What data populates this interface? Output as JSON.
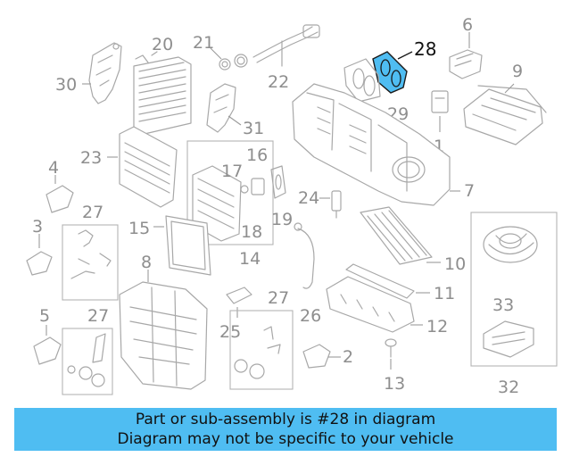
{
  "diagram": {
    "highlight_label": "28",
    "labels": {
      "p1": "1",
      "p2": "2",
      "p3": "3",
      "p4": "4",
      "p5": "5",
      "p6": "6",
      "p7": "7",
      "p8": "8",
      "p9": "9",
      "p10": "10",
      "p11": "11",
      "p12": "12",
      "p13": "13",
      "p14": "14",
      "p15": "15",
      "p16": "16",
      "p17": "17",
      "p18": "18",
      "p19": "19",
      "p20": "20",
      "p21": "21",
      "p22": "22",
      "p23": "23",
      "p24": "24",
      "p25": "25",
      "p26": "26",
      "p27a": "27",
      "p27b": "27",
      "p27c": "27",
      "p29": "29",
      "p30": "30",
      "p31": "31",
      "p32": "32",
      "p33": "33"
    },
    "colors": {
      "highlight_fill": "#4fbdf2",
      "caption_bg": "#4fbdf2"
    }
  },
  "caption": {
    "line1": "Part or sub-assembly is #28 in diagram",
    "line2": "Diagram may not be specific to your vehicle"
  }
}
